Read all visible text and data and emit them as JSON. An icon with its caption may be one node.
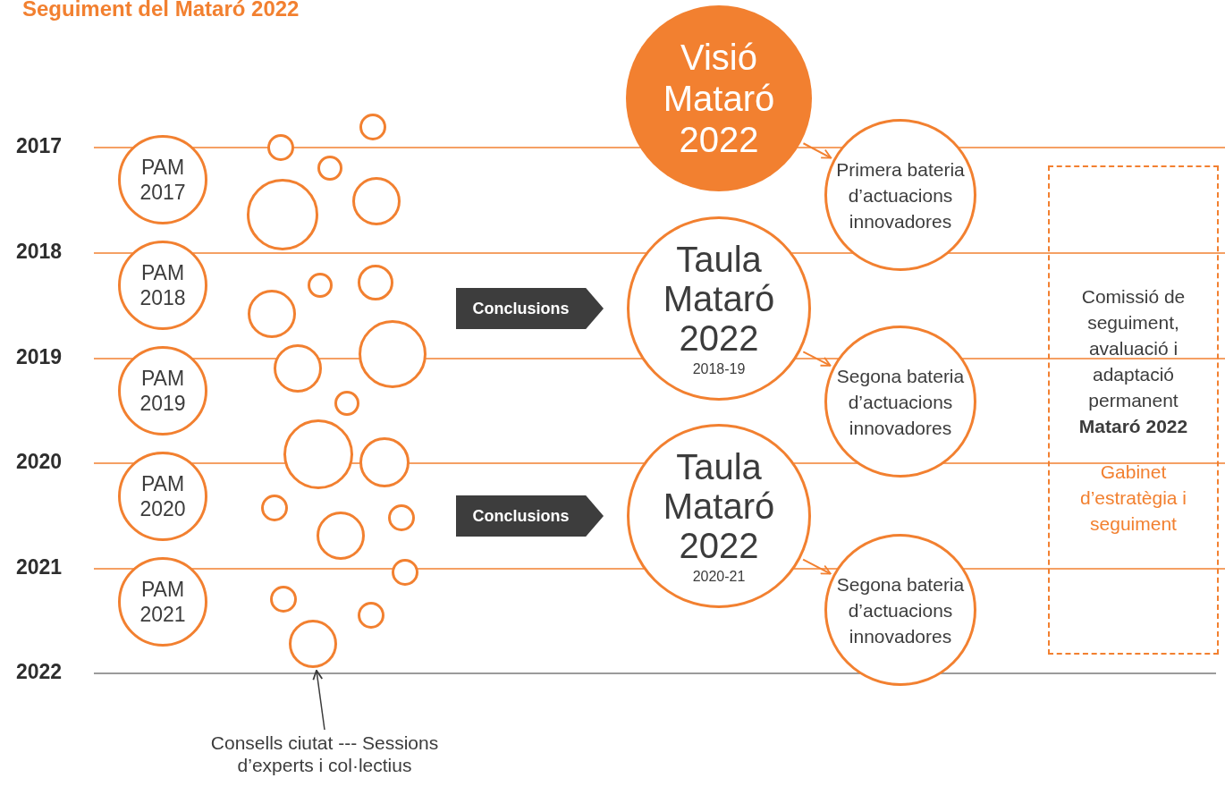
{
  "diagram": {
    "title": "Seguiment del Mataró 2022",
    "nodes": [
      {
        "text": [
          "PAM 2017"
        ]
      },
      {
        "text": [
          "PAM 2018"
        ]
      },
      {
        "text": [
          "PAM 2019"
        ]
      },
      {
        "text": [
          "PAM 2020"
        ]
      },
      {
        "text": [
          "PAM 2021"
        ]
      },
      {
        "text": [],
        "shape": "circle"
      },
      {
        "text": [],
        "shape": "circle"
      },
      {
        "text": [],
        "shape": "circle"
      },
      {
        "text": [],
        "shape": "circle"
      },
      {
        "text": [],
        "shape": "circle"
      },
      {
        "text": [],
        "shape": "circle"
      },
      {
        "text": [],
        "shape": "circle"
      },
      {
        "text": [],
        "shape": "circle"
      },
      {
        "text": [],
        "shape": "circle"
      },
      {
        "text": [],
        "shape": "circle"
      },
      {
        "text": [],
        "shape": "circle"
      },
      {
        "text": [],
        "shape": "circle"
      },
      {
        "text": [],
        "shape": "circle"
      },
      {
        "text": [],
        "shape": "circle"
      },
      {
        "text": [],
        "shape": "circle"
      },
      {
        "text": [],
        "shape": "circle"
      },
      {
        "text": [],
        "shape": "circle"
      },
      {
        "text": [],
        "shape": "circle"
      },
      {
        "text": [],
        "shape": "circle"
      },
      {
        "text": [],
        "shape": "circle"
      },
      {
        "text": [
          "Conclusions"
        ]
      },
      {
        "text": [
          "Conclusions"
        ]
      },
      {
        "text": [
          "Visió Mataró 2022"
        ]
      },
      {
        "text": [
          "Primera bateria d’actuacions innovadores"
        ]
      },
      {
        "text": [
          "Taula Mataró 2022",
          "2018-19"
        ]
      },
      {
        "text": [
          "Segona bateria d’actuacions innovadores"
        ]
      },
      {
        "text": [
          "Taula Mataró 2022",
          "2020-21"
        ]
      },
      {
        "text": [
          "Segona bateria d’actuacions innovadores"
        ]
      },
      {
        "text": [
          "Comissió de seguiment, avaluació i adaptació permanent **Mataró 2022**",
          "Gabinet d’estratègia i seguiment"
        ]
      },
      {
        "text": [
          "Consells ciutat --- Sessions d’experts i col·lectius"
        ]
      }
    ],
    "edges": [
      {
        "from": 27,
        "to": 28,
        "arrow": "to"
      },
      {
        "from": 29,
        "to": 30,
        "arrow": "to"
      },
      {
        "from": 31,
        "to": 32,
        "arrow": "to"
      },
      {
        "from": 34,
        "to": 24,
        "arrow": "to",
        "color": "#3c3c3c"
      }
    ],
    "labels": [
      "2017",
      "2018",
      "2019",
      "2020",
      "2021",
      "2022"
    ]
  }
}
